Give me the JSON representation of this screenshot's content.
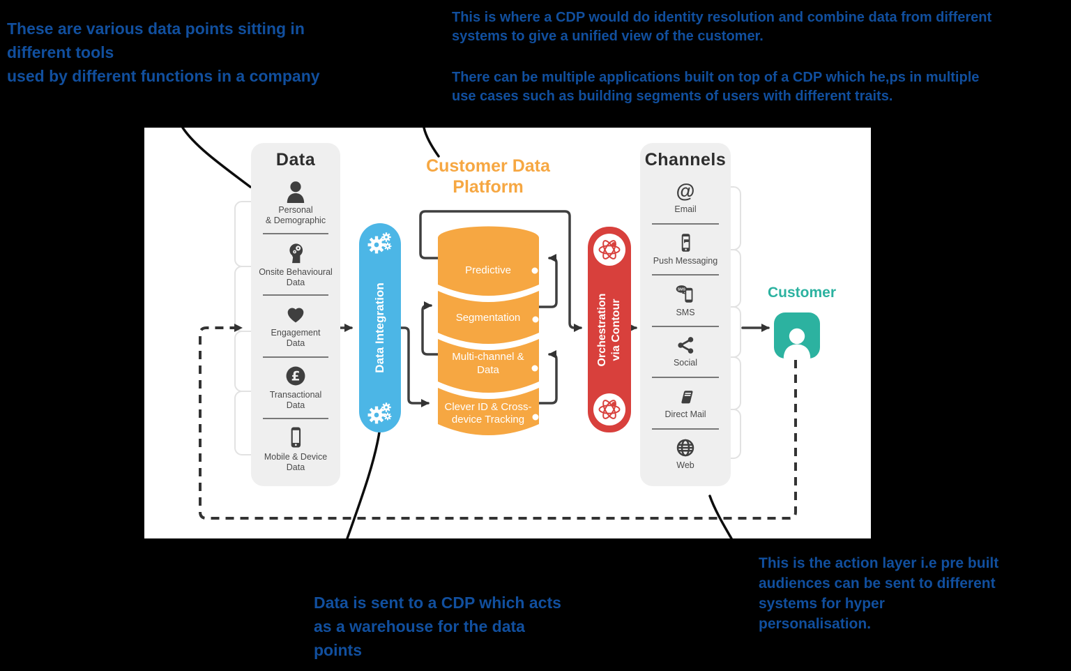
{
  "annotations": {
    "top_left": {
      "lines": [
        "These are various data points sitting in",
        "different tools",
        "used by different functions in a company"
      ]
    },
    "top_right": {
      "para1": [
        "This is where a CDP would do identity resolution and combine data from different",
        "systems to give a unified view of the customer."
      ],
      "para2": [
        " There can be multiple applications built on top of a CDP which he,ps in multiple",
        "use cases such as building segments of users with different traits."
      ]
    },
    "bottom_center": {
      "lines": [
        "Data is sent to a CDP which acts",
        "as a warehouse for the data",
        "points"
      ]
    },
    "bottom_right": {
      "lines": [
        "This is the action layer i.e pre built",
        "audiences can be sent to different",
        "systems for hyper",
        "personalisation."
      ]
    }
  },
  "diagram": {
    "data_panel": {
      "title": "Data",
      "items": [
        {
          "icon": "person-icon",
          "lines": [
            "Personal",
            "& Demographic"
          ]
        },
        {
          "icon": "behaviour-head-icon",
          "lines": [
            "Onsite Behavioural",
            "Data"
          ]
        },
        {
          "icon": "heart-icon",
          "lines": [
            "Engagement",
            "Data"
          ]
        },
        {
          "icon": "pound-coin-icon",
          "lines": [
            "Transactional",
            "Data"
          ]
        },
        {
          "icon": "smartphone-icon",
          "lines": [
            "Mobile & Device",
            "Data"
          ]
        }
      ]
    },
    "integration_pill": {
      "label": "Data Integration"
    },
    "cdp": {
      "title_lines": [
        "Customer Data",
        "Platform"
      ],
      "layers": [
        {
          "lines": [
            "Predictive",
            ""
          ]
        },
        {
          "lines": [
            "Segmentation",
            ""
          ]
        },
        {
          "lines": [
            "Multi-channel &",
            "Data"
          ]
        },
        {
          "lines": [
            "Clever ID & Cross-",
            "device Tracking"
          ]
        }
      ]
    },
    "orchestration_pill": {
      "lines": [
        "Orchestration",
        "via Contour"
      ]
    },
    "channels_panel": {
      "title": "Channels",
      "items": [
        {
          "icon": "email-icon",
          "label": "Email"
        },
        {
          "icon": "push-messaging-icon",
          "label": "Push Messaging"
        },
        {
          "icon": "sms-icon",
          "label": "SMS"
        },
        {
          "icon": "social-share-icon",
          "label": "Social"
        },
        {
          "icon": "direct-mail-icon",
          "label": "Direct Mail"
        },
        {
          "icon": "web-globe-icon",
          "label": "Web"
        }
      ]
    },
    "customer": {
      "label": "Customer"
    }
  },
  "colors": {
    "annotation_blue": "#114f9e",
    "cdp_orange": "#f6a742",
    "integration_blue": "#4cb6e6",
    "orchestration_red": "#d8403c",
    "customer_teal": "#2cb2a0",
    "panel_gray": "#efefef",
    "icon_dark": "#3f3f3f"
  }
}
